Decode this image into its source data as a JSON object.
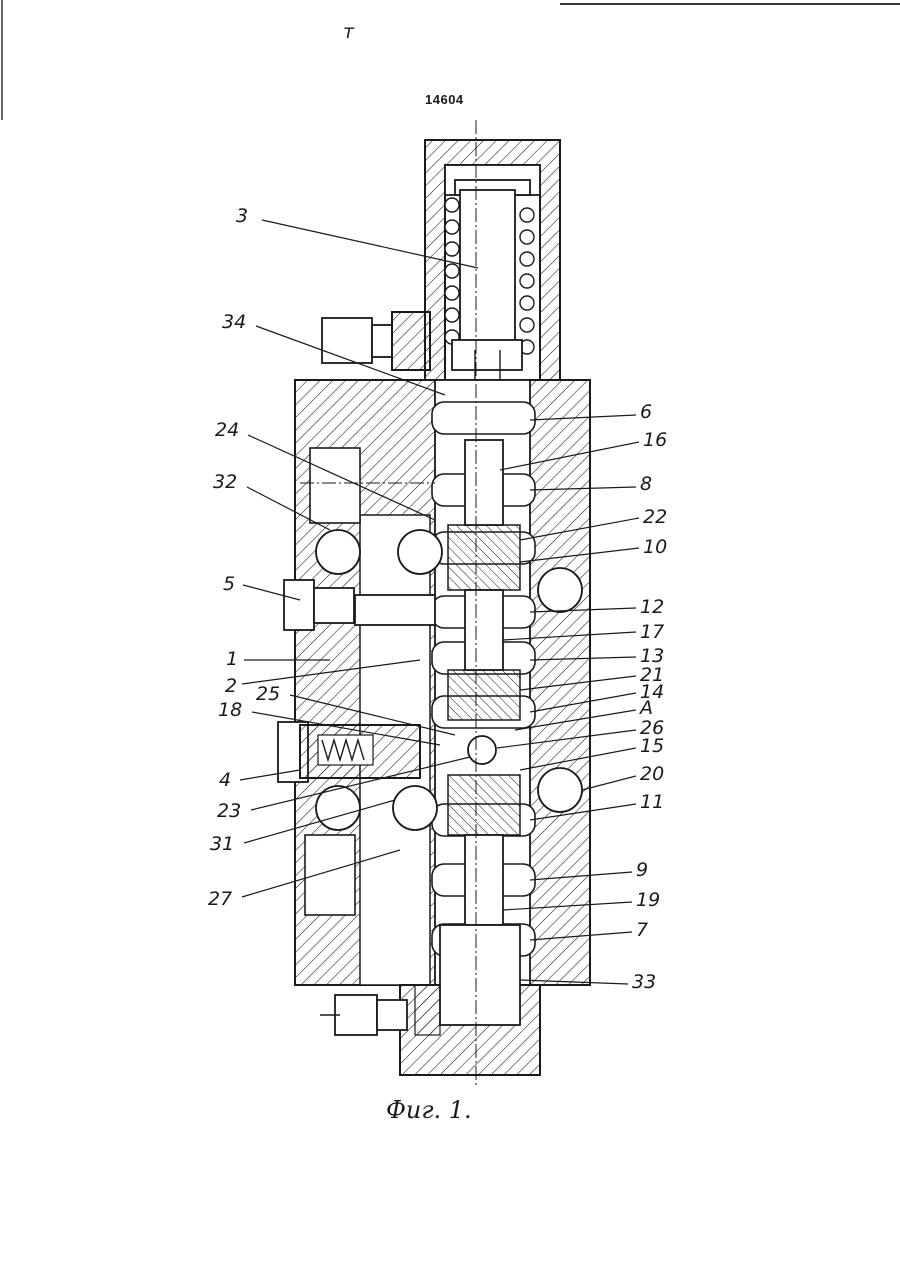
{
  "header": {
    "document_number": "14604"
  },
  "caption": "Фиг. 1.",
  "labels": [
    {
      "id": "3",
      "text": "3"
    },
    {
      "id": "34",
      "text": "34"
    },
    {
      "id": "24",
      "text": "24"
    },
    {
      "id": "32",
      "text": "32"
    },
    {
      "id": "5",
      "text": "5"
    },
    {
      "id": "1",
      "text": "1"
    },
    {
      "id": "2",
      "text": "2"
    },
    {
      "id": "25",
      "text": "25"
    },
    {
      "id": "18",
      "text": "18"
    },
    {
      "id": "4",
      "text": "4"
    },
    {
      "id": "23",
      "text": "23"
    },
    {
      "id": "31",
      "text": "31"
    },
    {
      "id": "27",
      "text": "27"
    },
    {
      "id": "6",
      "text": "6"
    },
    {
      "id": "16",
      "text": "16"
    },
    {
      "id": "8",
      "text": "8"
    },
    {
      "id": "22",
      "text": "22"
    },
    {
      "id": "10",
      "text": "10"
    },
    {
      "id": "12",
      "text": "12"
    },
    {
      "id": "17",
      "text": "17"
    },
    {
      "id": "13",
      "text": "13"
    },
    {
      "id": "21",
      "text": "21"
    },
    {
      "id": "14",
      "text": "14"
    },
    {
      "id": "A",
      "text": "A"
    },
    {
      "id": "26",
      "text": "26"
    },
    {
      "id": "15",
      "text": "15"
    },
    {
      "id": "20",
      "text": "20"
    },
    {
      "id": "11",
      "text": "11"
    },
    {
      "id": "9",
      "text": "9"
    },
    {
      "id": "19",
      "text": "19"
    },
    {
      "id": "7",
      "text": "7"
    },
    {
      "id": "33",
      "text": "33"
    }
  ]
}
